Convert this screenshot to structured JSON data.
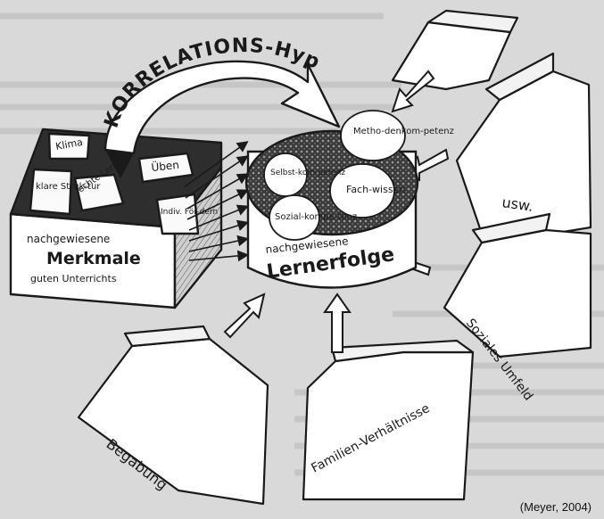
{
  "title": "KORRELATIONS-Hypothesen",
  "box_left": {
    "puzzles": [
      "Klima",
      "klare Struk-tur",
      "echte Lernzeit",
      "Üben",
      "Indiv. För-dern"
    ],
    "line1": "nachgewiesene",
    "line2": "Merkmale",
    "line3": "guten Unterrichts"
  },
  "cylinder": {
    "line1": "nachgewiesene",
    "line2": "Lernerfolge",
    "competences": [
      "Metho-denkom-petenz",
      "Selbst-kom-petenz",
      "Fach-wissen",
      "Sozial-kompe-tenz"
    ]
  },
  "factors": [
    "usw.",
    "Soziales Umfeld",
    "Familien-Verhältnisse",
    "Begabung"
  ],
  "caption": "(Meyer, 2004)",
  "colors": {
    "ink": "#1a1a1a",
    "paper": "#ffffff",
    "background": "#d9d9d9",
    "dark": "#3a3a3a"
  }
}
